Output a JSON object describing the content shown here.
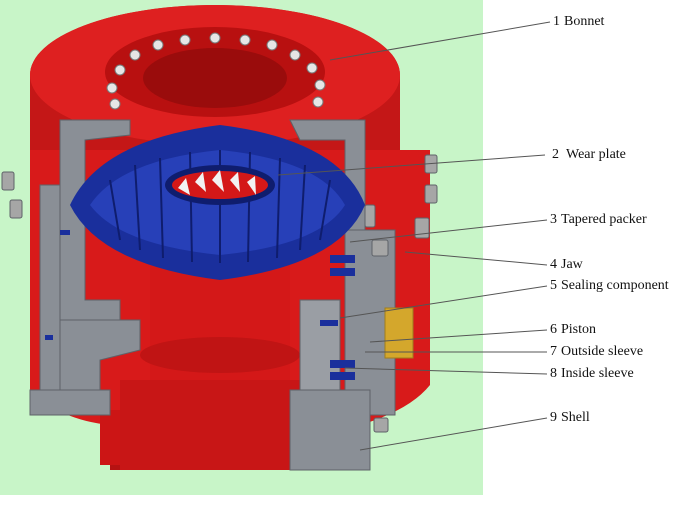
{
  "diagram": {
    "background_color": "#c8f5c8",
    "colors": {
      "body_red": "#d81a1a",
      "body_red_dark": "#a80e0e",
      "steel_gray": "#8a8f96",
      "packer_blue": "#1a2f9c",
      "plate_yellow": "#d4a72c"
    },
    "callouts": [
      {
        "num": "1",
        "text": "Bonnet"
      },
      {
        "num": "2",
        "text": "Wear plate"
      },
      {
        "num": "3",
        "text": "Tapered packer"
      },
      {
        "num": "4",
        "text": "Jaw"
      },
      {
        "num": "5",
        "text": "Sealing component"
      },
      {
        "num": "6",
        "text": "Piston"
      },
      {
        "num": "7",
        "text": "Outside sleeve"
      },
      {
        "num": "8",
        "text": "Inside sleeve"
      },
      {
        "num": "9",
        "text": "Shell"
      }
    ]
  }
}
